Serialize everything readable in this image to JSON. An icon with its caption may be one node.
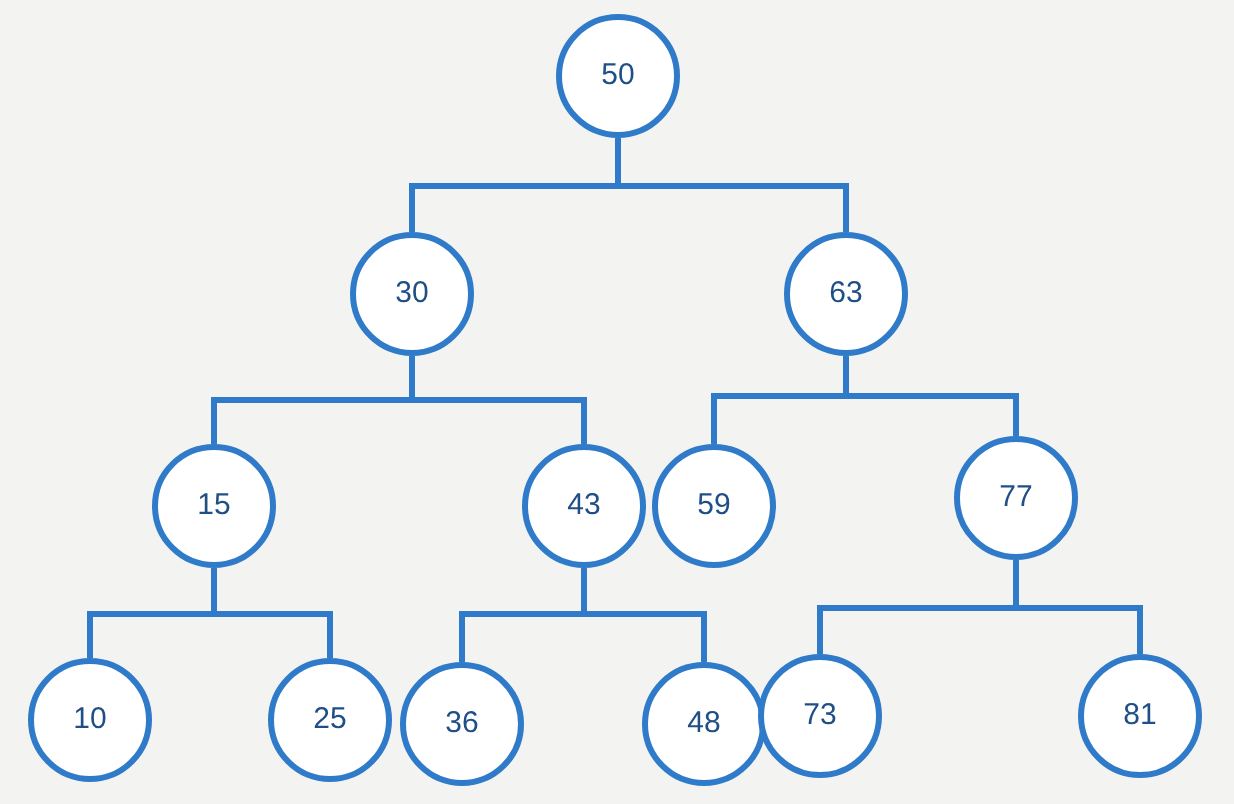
{
  "diagram": {
    "nodes": [
      {
        "text": [
          "50"
        ]
      },
      {
        "text": [
          "30"
        ]
      },
      {
        "text": [
          "63"
        ]
      },
      {
        "text": [
          "15"
        ]
      },
      {
        "text": [
          "43"
        ]
      },
      {
        "text": [
          "59"
        ]
      },
      {
        "text": [
          "77"
        ]
      },
      {
        "text": [
          "10"
        ]
      },
      {
        "text": [
          "25"
        ]
      },
      {
        "text": [
          "36"
        ]
      },
      {
        "text": [
          "48"
        ]
      },
      {
        "text": [
          "73"
        ]
      },
      {
        "text": [
          "81"
        ]
      }
    ],
    "edges": [
      {
        "from": 0,
        "to": 1,
        "arrow": "none"
      },
      {
        "from": 0,
        "to": 2,
        "arrow": "none"
      },
      {
        "from": 1,
        "to": 3,
        "arrow": "none"
      },
      {
        "from": 1,
        "to": 4,
        "arrow": "none"
      },
      {
        "from": 2,
        "to": 5,
        "arrow": "none"
      },
      {
        "from": 2,
        "to": 6,
        "arrow": "none"
      },
      {
        "from": 3,
        "to": 7,
        "arrow": "none"
      },
      {
        "from": 3,
        "to": 8,
        "arrow": "none"
      },
      {
        "from": 4,
        "to": 9,
        "arrow": "none"
      },
      {
        "from": 4,
        "to": 10,
        "arrow": "none"
      },
      {
        "from": 6,
        "to": 11,
        "arrow": "none"
      },
      {
        "from": 6,
        "to": 12,
        "arrow": "none"
      }
    ]
  }
}
